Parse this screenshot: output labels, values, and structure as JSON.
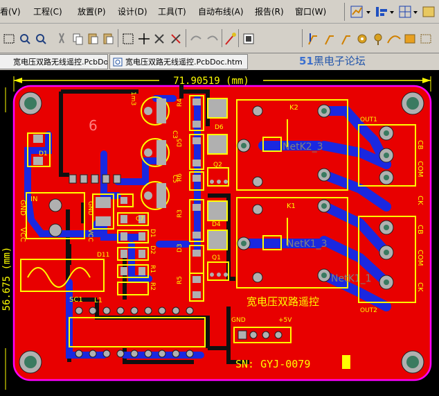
{
  "menu": {
    "items": [
      "看(V)",
      "工程(C)",
      "放置(P)",
      "设计(D)",
      "工具(T)",
      "自动布线(A)",
      "报告(R)",
      "窗口(W)"
    ]
  },
  "tabs": [
    {
      "label": "宽电压双路无线遥控.PcbDoc"
    },
    {
      "label": "宽电压双路无线遥控.PcbDoc.htm"
    }
  ],
  "forum": {
    "prefix": "51",
    "text": "黑电子论坛"
  },
  "pcb": {
    "dimension": "71.90519 (mm)",
    "side_dimension": "56.675 (mm)",
    "title_text": "宽电压双路遥控",
    "serial": "SN: GYJ-0079",
    "big_number": "6",
    "labels": {
      "k2": "K2",
      "k1": "K1",
      "net_k2": "NetK2_3",
      "net_k1_3": "NetK1_3",
      "net_k1_1": "NetK1_1",
      "out1": "OUT1",
      "out2": "OUT2",
      "cb1": "CB",
      "com1": "COM",
      "ck1": "CK",
      "cb2": "CB",
      "com2": "COM",
      "ck2": "CK",
      "gnd": "GND",
      "plus5v": "+5V",
      "sc1": "SC1",
      "l1": "L1",
      "in": "IN",
      "gnd_left": "GND",
      "vcc_left": "VCC",
      "gnd_mid": "GND",
      "vcc_mid": "VCC",
      "d11": "D11",
      "d1": "D1",
      "d2": "D2",
      "d3": "D3",
      "d4": "D4",
      "d5": "D5",
      "d6": "D6",
      "c7": "C7",
      "r1": "R1",
      "r2": "R2",
      "r3": "R3",
      "r4": "R4",
      "r5": "R5",
      "r6": "R6",
      "q1": "Q1",
      "q2": "Q2",
      "c3": "C3",
      "c5": "C5",
      "rm3": "1m3"
    }
  },
  "colors": {
    "board": "#e80000",
    "blue_trace": "#1a28e0",
    "silk": "#ffff00",
    "black_trace": "#101010",
    "outline": "#ff00ff",
    "pad": "#b0b0b0",
    "pad_hole": "#3a7a60"
  }
}
